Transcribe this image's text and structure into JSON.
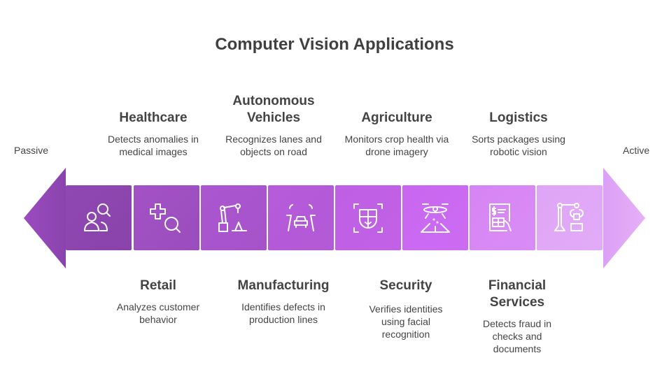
{
  "title": "Computer Vision Applications",
  "scale": {
    "left": "Passive",
    "right": "Active"
  },
  "top_items": [
    {
      "title": "Healthcare",
      "desc": "Detects anomalies in medical images"
    },
    {
      "title": "Autonomous Vehicles",
      "desc": "Recognizes lanes and objects on road"
    },
    {
      "title": "Agriculture",
      "desc": "Monitors crop health via drone imagery"
    },
    {
      "title": "Logistics",
      "desc": "Sorts packages using robotic vision"
    }
  ],
  "bottom_items": [
    {
      "title": "Retail",
      "desc": "Analyzes customer behavior"
    },
    {
      "title": "Manufacturing",
      "desc": "Identifies defects in production lines"
    },
    {
      "title": "Security",
      "desc": "Verifies identities using facial recognition"
    },
    {
      "title": "Financial Services",
      "desc": "Detects fraud in checks and documents"
    }
  ],
  "colors": {
    "arrow_left": "#8a43ad",
    "arrow_right": "#dea4f6",
    "boxes": [
      "#8b45ae",
      "#9d50c0",
      "#a955cd",
      "#b65bd9",
      "#c060e4",
      "#ca68f1",
      "#d98af4",
      "#e1a9f6"
    ]
  },
  "icons": [
    "retail-customer-search-icon",
    "medical-search-icon",
    "robot-arm-icon",
    "autonomous-car-icon",
    "face-scan-icon",
    "drone-icon",
    "check-document-icon",
    "robotic-sorter-icon"
  ]
}
